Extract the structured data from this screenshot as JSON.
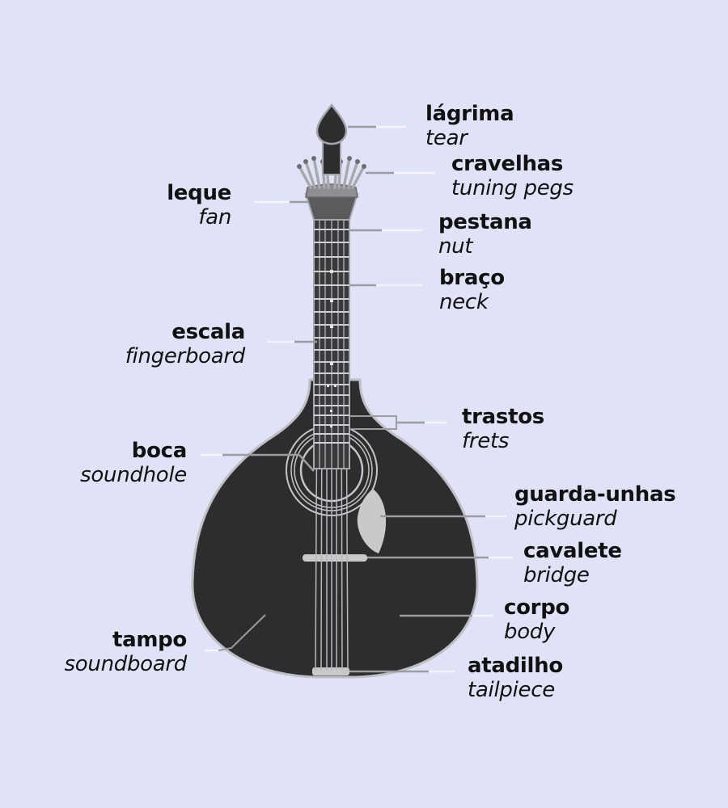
{
  "diagram": {
    "subject": "Portuguese guitar",
    "colors": {
      "background": "#e0e3f7",
      "body": "#2d2d2f",
      "lines": "#c8c8cc",
      "text": "#111111"
    },
    "labels": [
      {
        "id": "lagrima",
        "pt": "lágrima",
        "en": "tear",
        "side": "right"
      },
      {
        "id": "cravelhas",
        "pt": "cravelhas",
        "en": "tuning pegs",
        "side": "right"
      },
      {
        "id": "leque",
        "pt": "leque",
        "en": "fan",
        "side": "left"
      },
      {
        "id": "pestana",
        "pt": "pestana",
        "en": "nut",
        "side": "right"
      },
      {
        "id": "braco",
        "pt": "braço",
        "en": "neck",
        "side": "right"
      },
      {
        "id": "escala",
        "pt": "escala",
        "en": "fingerboard",
        "side": "left"
      },
      {
        "id": "trastos",
        "pt": "trastos",
        "en": "frets",
        "side": "right"
      },
      {
        "id": "boca",
        "pt": "boca",
        "en": "soundhole",
        "side": "left"
      },
      {
        "id": "guarda-unhas",
        "pt": "guarda-unhas",
        "en": "pickguard",
        "side": "right"
      },
      {
        "id": "cavalete",
        "pt": "cavalete",
        "en": "bridge",
        "side": "right"
      },
      {
        "id": "corpo",
        "pt": "corpo",
        "en": "body",
        "side": "right"
      },
      {
        "id": "tampo",
        "pt": "tampo",
        "en": "soundboard",
        "side": "left"
      },
      {
        "id": "atadilho",
        "pt": "atadilho",
        "en": "tailpiece",
        "side": "right"
      }
    ]
  }
}
